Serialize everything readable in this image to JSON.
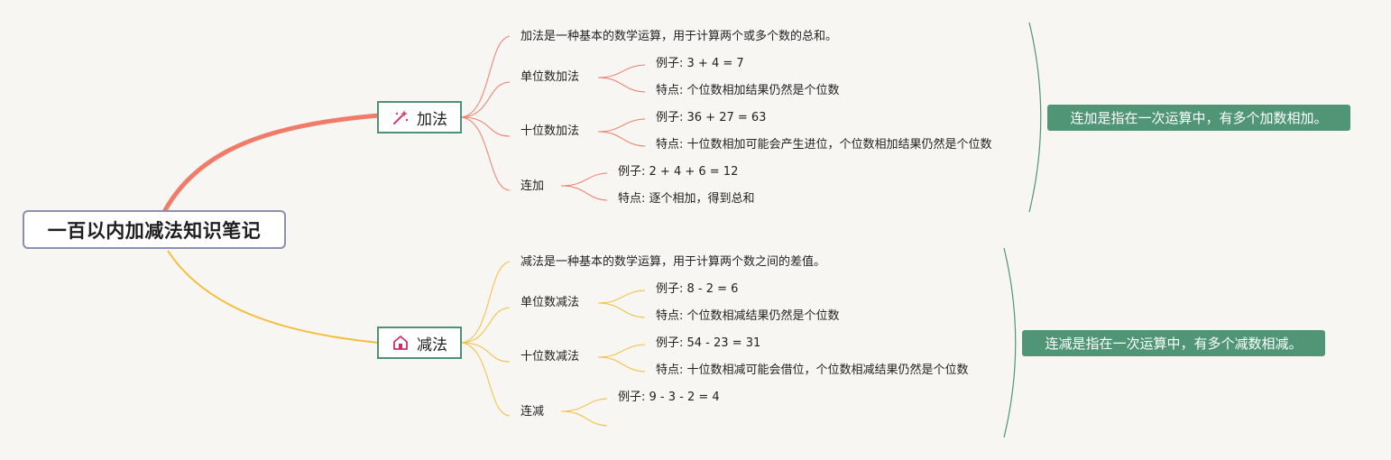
{
  "root": {
    "title": "一百以内加减法知识笔记"
  },
  "branches": [
    {
      "label": "加法",
      "icon": "magic-wand-icon",
      "color": "#f07b68",
      "definition": "加法是一种基本的数学运算，用于计算两个或多个数的总和。",
      "topics": [
        {
          "label": "单位数加法",
          "example": "例子: 3 + 4 = 7",
          "feature": "特点: 个位数相加结果仍然是个位数"
        },
        {
          "label": "十位数加法",
          "example": "例子: 36 + 27 = 63",
          "feature": "特点: 十位数相加可能会产生进位，个位数相加结果仍然是个位数"
        },
        {
          "label": "连加",
          "example": "例子: 2 + 4 + 6 = 12",
          "feature": "特点: 逐个相加，得到总和"
        }
      ],
      "summary": "连加是指在一次运算中，有多个加数相加。"
    },
    {
      "label": "减法",
      "icon": "home-icon",
      "color": "#f4bd3a",
      "definition": "减法是一种基本的数学运算，用于计算两个数之间的差值。",
      "topics": [
        {
          "label": "单位数减法",
          "example": "例子: 8 - 2 = 6",
          "feature": "特点: 个位数相减结果仍然是个位数"
        },
        {
          "label": "十位数减法",
          "example": "例子: 54 - 23 = 31",
          "feature": "特点: 十位数相减可能会借位，个位数相减结果仍然是个位数"
        },
        {
          "label": "连减",
          "example": "例子: 9 - 3 - 2 = 4",
          "feature": ""
        }
      ],
      "summary": "连减是指在一次运算中，有多个减数相减。"
    }
  ],
  "colors": {
    "background": "#f8f6f2",
    "node_border": "#4f9078",
    "root_border": "#8c8fb0",
    "summary_fill": "#4f9576",
    "summary_bracket": "#4f9576"
  }
}
